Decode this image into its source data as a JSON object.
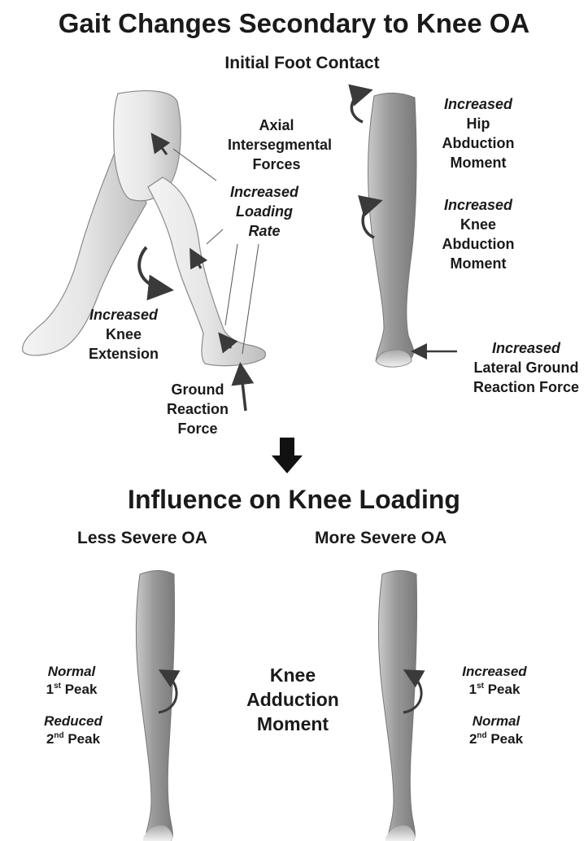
{
  "title": "Gait Changes Secondary to Knee OA",
  "subtitle": "Initial Foot Contact",
  "left_labels": {
    "axial_1": "Axial",
    "axial_2": "Intersegmental",
    "axial_3": "Forces",
    "rate_1": "Increased",
    "rate_2": "Loading",
    "rate_3": "Rate",
    "ext_1": "Increased",
    "ext_2": "Knee",
    "ext_3": "Extension",
    "grf_1": "Ground",
    "grf_2": "Reaction",
    "grf_3": "Force"
  },
  "right_labels": {
    "hip_1": "Increased",
    "hip_2": "Hip",
    "hip_3": "Abduction",
    "hip_4": "Moment",
    "knee_1": "Increased",
    "knee_2": "Knee",
    "knee_3": "Abduction",
    "knee_4": "Moment",
    "lat_1": "Increased",
    "lat_2": "Lateral Ground",
    "lat_3": "Reaction Force"
  },
  "section_title": "Influence on Knee Loading",
  "less_severe": "Less Severe OA",
  "more_severe": "More Severe OA",
  "center_1": "Knee",
  "center_2": "Adduction",
  "center_3": "Moment",
  "less": {
    "peak1_word": "Normal",
    "peak1_num": "1",
    "peak1_sup": "st",
    "peak1_text": " Peak",
    "peak2_word": "Reduced",
    "peak2_num": "2",
    "peak2_sup": "nd",
    "peak2_text": " Peak"
  },
  "more": {
    "peak1_word": "Increased",
    "peak1_num": "1",
    "peak1_sup": "st",
    "peak1_text": " Peak",
    "peak2_word": "Normal",
    "peak2_num": "2",
    "peak2_sup": "nd",
    "peak2_text": " Peak"
  }
}
